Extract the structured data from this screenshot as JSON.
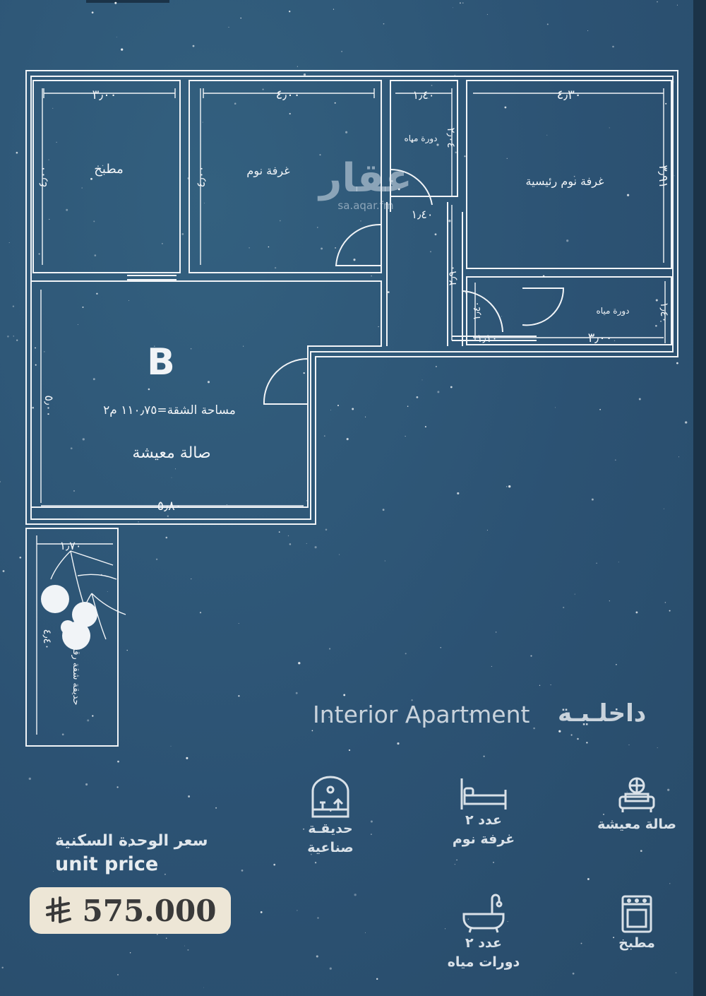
{
  "watermark": {
    "logo": "عقار",
    "url": "sa.aqar.fm"
  },
  "floor_plan": {
    "unit_letter": "B",
    "area_label": "مساحة الشقة=١١٠٫٧٥ م٢",
    "rooms": {
      "kitchen": "مطبخ",
      "bedroom": "غرفة نوم",
      "bathroom_top": "دورة مياه",
      "master_bedroom": "غرفة نوم رئيسية",
      "bathroom_right": "دورة مياه",
      "living": "صالة معيشة",
      "garden": "حديقة شقة رقم ١"
    },
    "dimensions": {
      "kitchen_width": "٣٫٠٠",
      "kitchen_height": "٤٫٠٠",
      "bedroom_width": "٤٫٠٠",
      "bedroom_height": "٤٫٠٠",
      "bath_width": "١٫٤٠",
      "bath_height": "٢٫٠٤",
      "hall_width": "١٫٤٠",
      "master_width": "٤٫٣٠",
      "master_height": "٣٫٩١",
      "corridor_height": "٢٫٩٠",
      "corridor_small_height": "١٫٤٠",
      "corridor_small_width": "١٫١٠",
      "bath2_width": "٣٫٠٠",
      "bath2_height": "١٫٤٠",
      "living_width": "٥٫٨٠",
      "living_height": "٥٫٠٠",
      "garden_width": "١٫٧٠",
      "garden_height": "٤٫٤٠"
    }
  },
  "apartment_type": {
    "english": "Interior Apartment",
    "arabic": "داخلـيـة"
  },
  "features": [
    {
      "icon": "sofa-icon",
      "line1": "صالة معيشة",
      "line2": ""
    },
    {
      "icon": "bed-icon",
      "line1": "عدد ٢",
      "line2": "غرفة نوم"
    },
    {
      "icon": "garden-icon",
      "line1": "حديقـة",
      "line2": "صناعية"
    },
    {
      "icon": "stove-icon",
      "line1": "مطبخ",
      "line2": ""
    },
    {
      "icon": "bathtub-icon",
      "line1": "عدد ٢",
      "line2": "دورات مياه"
    }
  ],
  "price": {
    "label_ar": "سعر الوحدة السكنية",
    "label_en": "unit price",
    "value": "575.000",
    "currency_icon": "riyal-symbol-icon"
  },
  "colors": {
    "background": "#2f5676",
    "lines": "#f1f4f7",
    "price_box": "#ede6d6"
  }
}
